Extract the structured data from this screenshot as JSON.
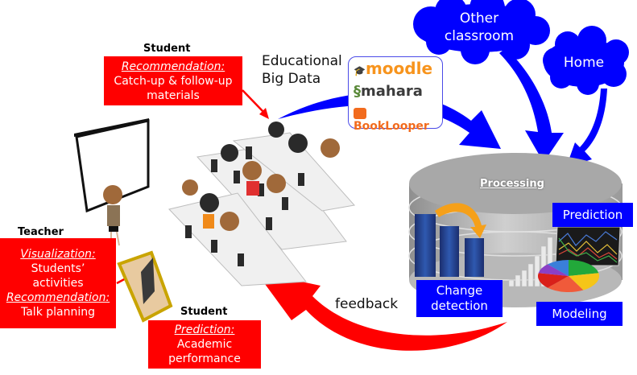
{
  "diagram": {
    "student_top": {
      "role": "Student",
      "heading": "Recommendation:",
      "lines": [
        "Catch-up & follow-up",
        "materials"
      ]
    },
    "teacher": {
      "role": "Teacher",
      "items": [
        {
          "heading": "Visualization:",
          "lines": [
            "Students’",
            "activities"
          ]
        },
        {
          "heading": "Recommendation:",
          "lines": [
            "Talk planning"
          ]
        }
      ]
    },
    "student_bottom": {
      "role": "Student",
      "heading": "Prediction:",
      "lines": [
        "Academic",
        "performance"
      ]
    },
    "big_data_label": [
      "Educational",
      "Big Data"
    ],
    "systems": [
      {
        "name": "moodle",
        "icon": "mortarboard-icon",
        "color": "#f7941d"
      },
      {
        "name": "mahara",
        "icon": "mahara-figure-icon",
        "color": "#3b3b3b"
      },
      {
        "name": "BookLooper",
        "icon": "booklooper-icon",
        "color": "#f26b1d"
      }
    ],
    "clouds": {
      "other": [
        "Other",
        "classroom"
      ],
      "home": "Home"
    },
    "processing": {
      "title": "Processing",
      "change_detection": [
        "Change",
        "detection"
      ],
      "prediction": "Prediction",
      "modeling": "Modeling"
    },
    "feedback_label": "feedback",
    "colors": {
      "red": "#ff0000",
      "blue": "#0000ff",
      "grey": "#a8a8a8",
      "pie": [
        "#22a83a",
        "#f5c518",
        "#f05a3a",
        "#d9201a",
        "#8a3fc6",
        "#3a7fd9"
      ]
    }
  }
}
